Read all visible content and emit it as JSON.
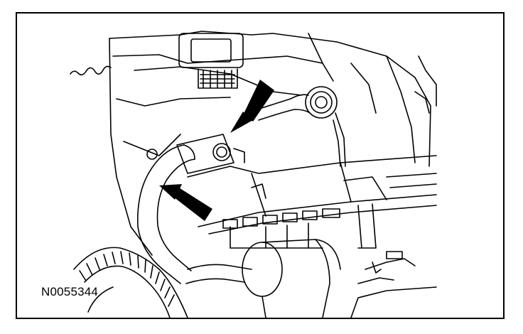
{
  "figure": {
    "id_label": "N0055344",
    "line_color": "#000000",
    "background": "#ffffff",
    "callouts": [
      {
        "name": "arrow-bolt",
        "points_to": "bolt"
      },
      {
        "name": "arrow-hose",
        "points_to": "hose"
      }
    ]
  }
}
